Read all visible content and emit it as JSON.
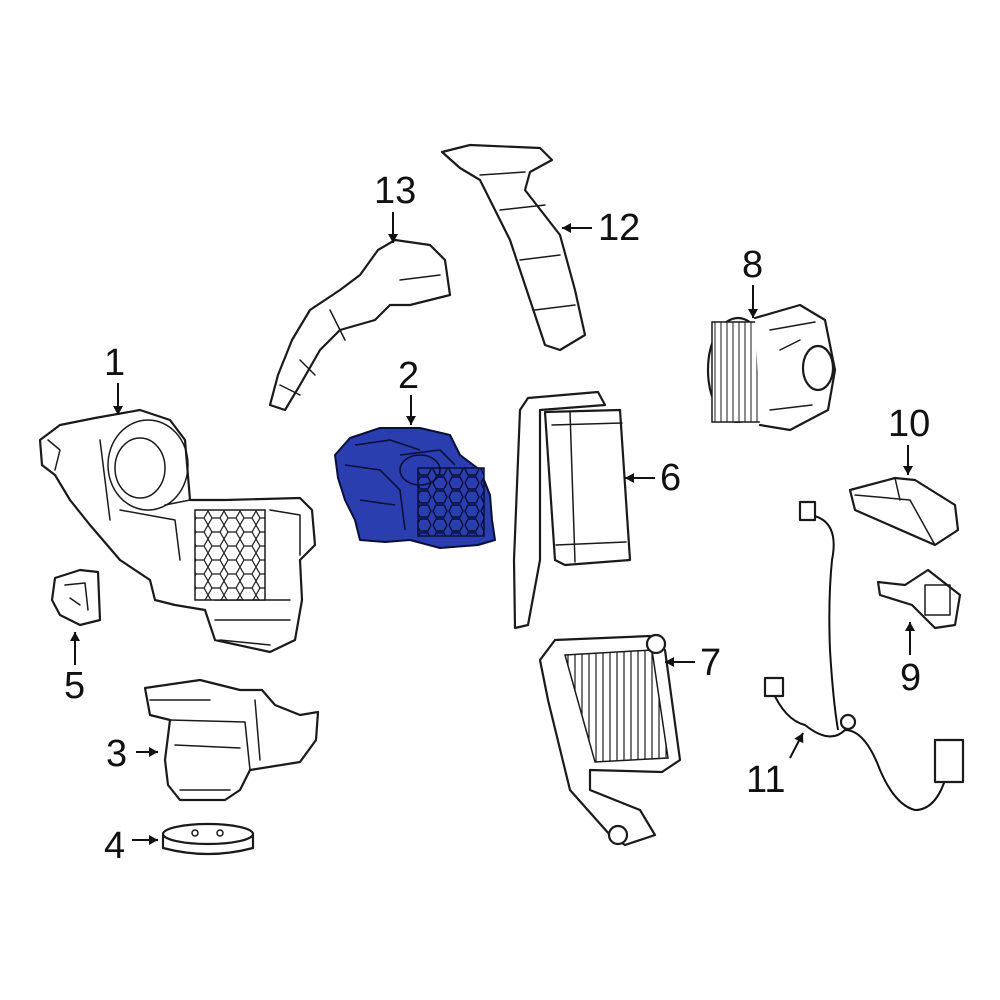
{
  "diagram": {
    "highlight_color": "#2a3eb0",
    "highlighted_part": "2",
    "callouts": [
      "1",
      "2",
      "3",
      "4",
      "5",
      "6",
      "7",
      "8",
      "9",
      "10",
      "11",
      "12",
      "13"
    ]
  }
}
